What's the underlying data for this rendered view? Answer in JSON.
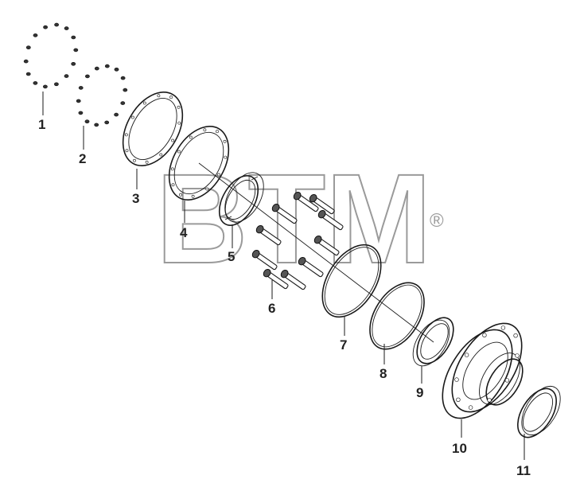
{
  "watermark": {
    "text": "BTM",
    "registered_symbol": "®",
    "color": "#9a9a9a"
  },
  "callouts": [
    {
      "id": "1",
      "label": "1"
    },
    {
      "id": "2",
      "label": "2"
    },
    {
      "id": "3",
      "label": "3"
    },
    {
      "id": "4",
      "label": "4"
    },
    {
      "id": "5",
      "label": "5"
    },
    {
      "id": "6",
      "label": "6"
    },
    {
      "id": "7",
      "label": "7"
    },
    {
      "id": "8",
      "label": "8"
    },
    {
      "id": "9",
      "label": "9"
    },
    {
      "id": "10",
      "label": "10"
    },
    {
      "id": "11",
      "label": "11"
    }
  ],
  "parts": [
    {
      "callout": "1",
      "kind": "small-washer-ring-icon"
    },
    {
      "callout": "2",
      "kind": "small-washer-ring-icon"
    },
    {
      "callout": "3",
      "kind": "flange-cover-icon"
    },
    {
      "callout": "4",
      "kind": "gasket-icon"
    },
    {
      "callout": "5",
      "kind": "bearing-ring-icon"
    },
    {
      "callout": "6",
      "kind": "bolt-icon"
    },
    {
      "callout": "7",
      "kind": "o-ring-icon"
    },
    {
      "callout": "8",
      "kind": "o-ring-icon"
    },
    {
      "callout": "9",
      "kind": "bearing-ring-icon"
    },
    {
      "callout": "10",
      "kind": "wheel-hub-icon"
    },
    {
      "callout": "11",
      "kind": "bearing-ring-icon"
    }
  ]
}
